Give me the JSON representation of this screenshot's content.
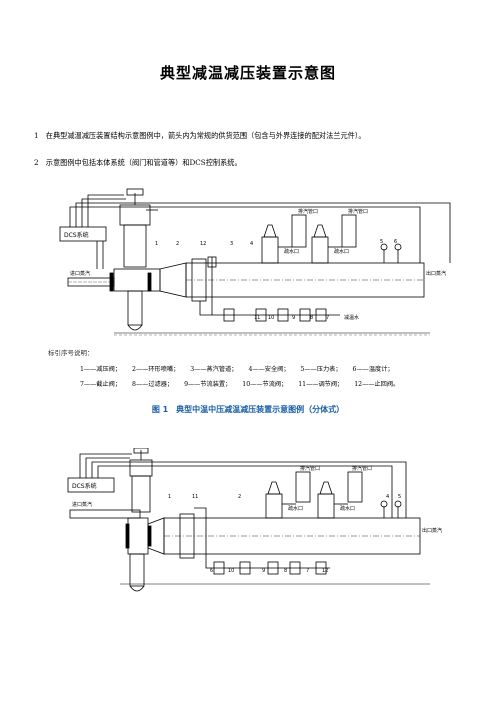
{
  "title": "典型减温减压装置示意图",
  "notes": [
    "1　在典型减温减压装置结构示意图例中，箭头内为常规的供货范围（包含与外界连接的配对法兰元件）。",
    "2　示意图例中包括本体系统（阀门和管道等）和DCS控制系统。"
  ],
  "diagram1": {
    "dcs_label": "DCS系统",
    "inlet_label": "进口蒸汽",
    "outlet_label": "出口蒸汽",
    "exhaust_label_1": "排汽管口",
    "exhaust_label_2": "排汽管口",
    "drain_label_1": "疏水口",
    "drain_label_2": "疏水口",
    "water_label": "减温水",
    "nums_top": [
      "1",
      "2",
      "12",
      "3",
      "4",
      "5",
      "6"
    ],
    "nums_bottom": [
      "11",
      "10",
      "9",
      "8",
      "7"
    ]
  },
  "legend": {
    "heading": "标引序号说明：",
    "row1": [
      "1——减压阀；",
      "2——环形喷嘴；",
      "3——蒸汽管道；",
      "4——安全阀；",
      "5——压力表；",
      "6——温度计；"
    ],
    "row2": [
      "7——截止阀；",
      "8——过滤器；",
      "9——节流装置；",
      "10——节流阀；",
      "11——调节阀；",
      "12——止回阀。"
    ]
  },
  "caption": "图 1　典型中温中压减温减压装置示意图例（分体式）",
  "diagram2": {
    "dcs_label": "DCS系统",
    "inlet_label": "进口蒸汽",
    "outlet_label": "出口蒸汽",
    "exhaust_label_1": "排汽管口",
    "exhaust_label_2": "排汽管口",
    "drain_label_1": "疏水口",
    "drain_label_2": "疏水口",
    "nums_top": [
      "1",
      "11",
      "2",
      "4",
      "5"
    ],
    "nums_bottom": [
      "6",
      "10",
      "9",
      "8",
      "7",
      "12"
    ]
  }
}
